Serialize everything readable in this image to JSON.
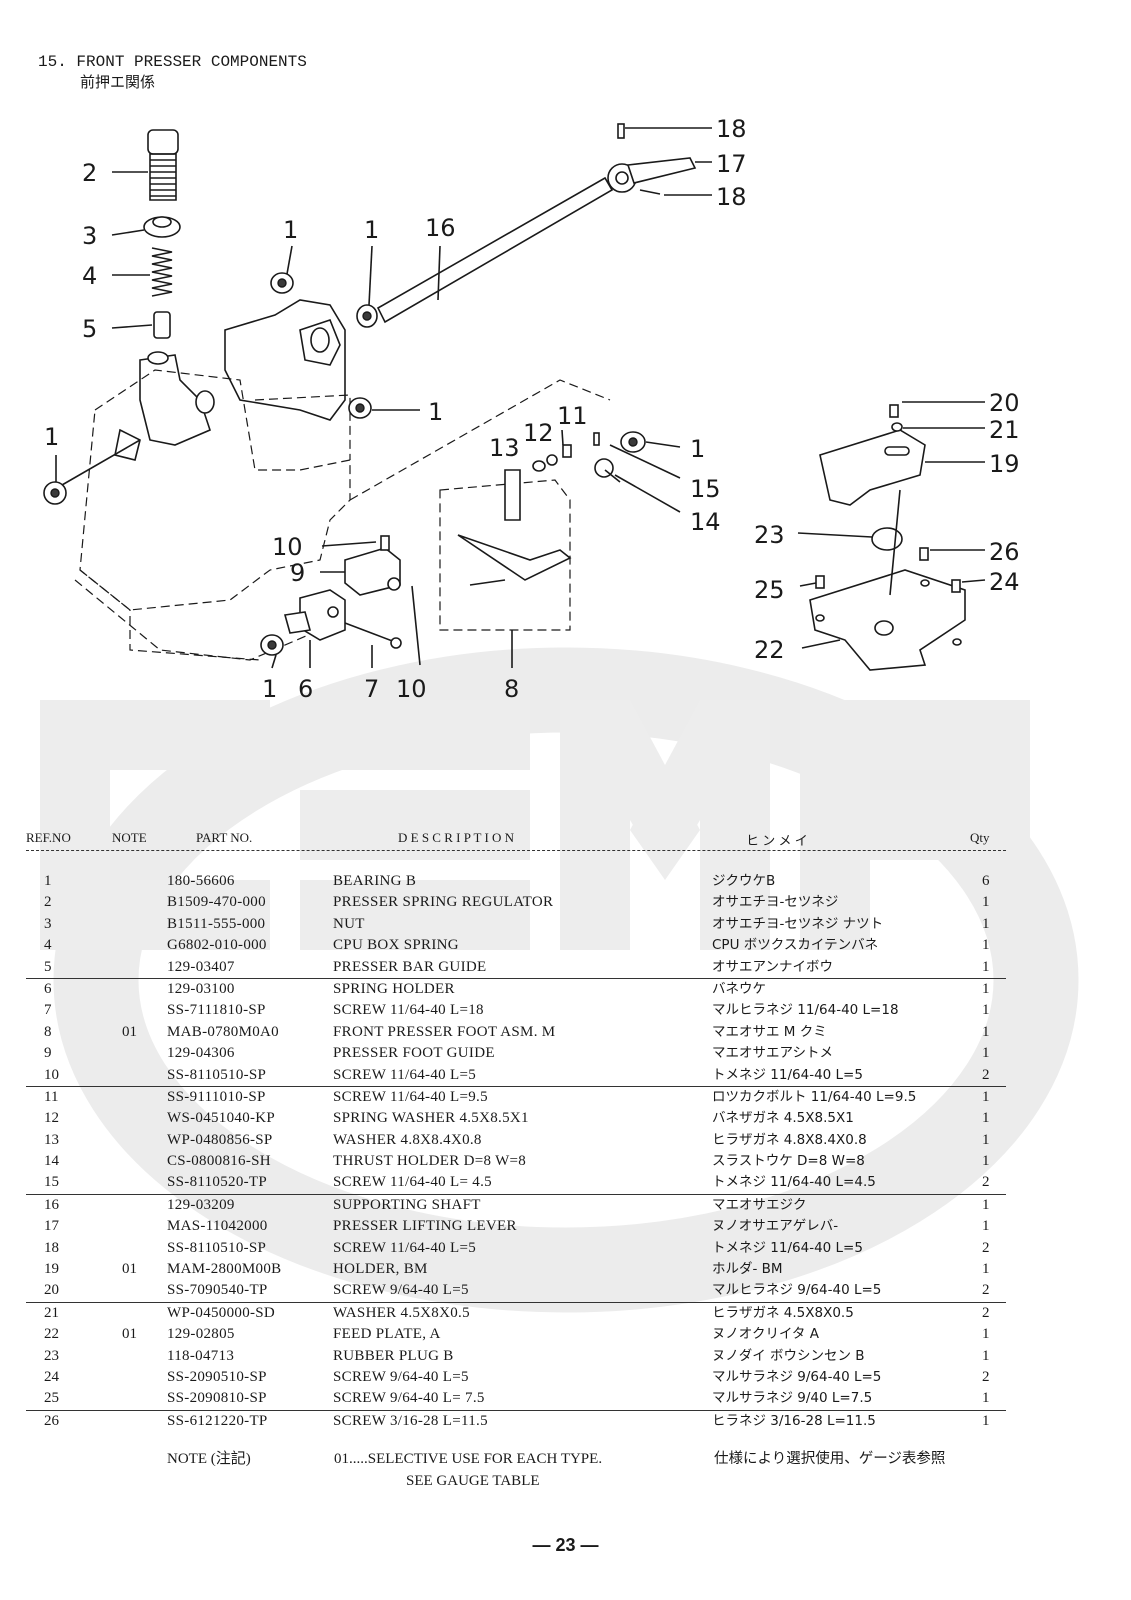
{
  "section": {
    "number": "15.",
    "title": "FRONT PRESSER COMPONENTS",
    "title_jp": "前押エ関係"
  },
  "callouts": {
    "c2": "2",
    "c3": "3",
    "c4": "4",
    "c5": "5",
    "c1a": "1",
    "c1b": "1",
    "c1c": "1",
    "c1d": "1",
    "c1e": "1",
    "c1f": "1",
    "c16": "16",
    "c17": "17",
    "c18a": "18",
    "c18b": "18",
    "c13": "13",
    "c12": "12",
    "c11": "11",
    "c15": "15",
    "c14": "14",
    "c10a": "10",
    "c10b": "10",
    "c9": "9",
    "c6": "6",
    "c7": "7",
    "c8": "8",
    "c20": "20",
    "c21": "21",
    "c19": "19",
    "c23": "23",
    "c26": "26",
    "c25": "25",
    "c24": "24",
    "c22": "22"
  },
  "table": {
    "headers": {
      "ref": "REF.NO",
      "note": "NOTE",
      "part": "PART NO.",
      "desc": "D E S C R I P T I O N",
      "kana": "ヒ ン メ イ",
      "qty": "Qty"
    },
    "rows": [
      {
        "ref": "1",
        "note": "",
        "part": "180-56606",
        "desc": "BEARING B",
        "kana": "ジクウケB",
        "qty": "6"
      },
      {
        "ref": "2",
        "note": "",
        "part": "B1509-470-000",
        "desc": "PRESSER SPRING REGULATOR",
        "kana": "オサエチヨ-セツネジ",
        "qty": "1"
      },
      {
        "ref": "3",
        "note": "",
        "part": "B1511-555-000",
        "desc": "NUT",
        "kana": "オサエチヨ-セツネジ ナツト",
        "qty": "1"
      },
      {
        "ref": "4",
        "note": "",
        "part": "G6802-010-000",
        "desc": "CPU BOX SPRING",
        "kana": "CPU ボツクスカイテンバネ",
        "qty": "1"
      },
      {
        "ref": "5",
        "note": "",
        "part": "129-03407",
        "desc": "PRESSER BAR GUIDE",
        "kana": "オサエアンナイボウ",
        "qty": "1"
      },
      {
        "ref": "6",
        "note": "",
        "part": "129-03100",
        "desc": "SPRING HOLDER",
        "kana": "バネウケ",
        "qty": "1"
      },
      {
        "ref": "7",
        "note": "",
        "part": "SS-7111810-SP",
        "desc": "SCREW 11/64-40 L=18",
        "kana": "マルヒラネジ 11/64-40 L=18",
        "qty": "1"
      },
      {
        "ref": "8",
        "note": "01",
        "part": "MAB-0780M0A0",
        "desc": "FRONT PRESSER FOOT ASM. M",
        "kana": "マエオサエ M クミ",
        "qty": "1"
      },
      {
        "ref": "9",
        "note": "",
        "part": "129-04306",
        "desc": "PRESSER FOOT GUIDE",
        "kana": "マエオサエアシトメ",
        "qty": "1"
      },
      {
        "ref": "10",
        "note": "",
        "part": "SS-8110510-SP",
        "desc": "SCREW 11/64-40 L=5",
        "kana": "トメネジ 11/64-40 L=5",
        "qty": "2"
      },
      {
        "ref": "11",
        "note": "",
        "part": "SS-9111010-SP",
        "desc": "SCREW 11/64-40 L=9.5",
        "kana": "ロツカクボルト 11/64-40 L=9.5",
        "qty": "1"
      },
      {
        "ref": "12",
        "note": "",
        "part": "WS-0451040-KP",
        "desc": "SPRING WASHER 4.5X8.5X1",
        "kana": "バネザガネ 4.5X8.5X1",
        "qty": "1"
      },
      {
        "ref": "13",
        "note": "",
        "part": "WP-0480856-SP",
        "desc": "WASHER 4.8X8.4X0.8",
        "kana": "ヒラザガネ 4.8X8.4X0.8",
        "qty": "1"
      },
      {
        "ref": "14",
        "note": "",
        "part": "CS-0800816-SH",
        "desc": "THRUST HOLDER D=8 W=8",
        "kana": "スラストウケ D=8 W=8",
        "qty": "1"
      },
      {
        "ref": "15",
        "note": "",
        "part": "SS-8110520-TP",
        "desc": "SCREW 11/64-40 L= 4.5",
        "kana": "トメネジ 11/64-40 L=4.5",
        "qty": "2"
      },
      {
        "ref": "16",
        "note": "",
        "part": "129-03209",
        "desc": "SUPPORTING SHAFT",
        "kana": "マエオサエジク",
        "qty": "1"
      },
      {
        "ref": "17",
        "note": "",
        "part": "MAS-11042000",
        "desc": "PRESSER LIFTING LEVER",
        "kana": "ヌノオサエアゲレバ-",
        "qty": "1"
      },
      {
        "ref": "18",
        "note": "",
        "part": "SS-8110510-SP",
        "desc": "SCREW  11/64-40 L=5",
        "kana": "トメネジ 11/64-40 L=5",
        "qty": "2"
      },
      {
        "ref": "19",
        "note": "01",
        "part": "MAM-2800M00B",
        "desc": "HOLDER, BM",
        "kana": "ホルダ- BM",
        "qty": "1"
      },
      {
        "ref": "20",
        "note": "",
        "part": "SS-7090540-TP",
        "desc": "SCREW  9/64-40 L=5",
        "kana": "マルヒラネジ 9/64-40 L=5",
        "qty": "2"
      },
      {
        "ref": "21",
        "note": "",
        "part": "WP-0450000-SD",
        "desc": "WASHER  4.5X8X0.5",
        "kana": "ヒラザガネ 4.5X8X0.5",
        "qty": "2"
      },
      {
        "ref": "22",
        "note": "01",
        "part": "129-02805",
        "desc": "FEED PLATE, A",
        "kana": "ヌノオクリイタ A",
        "qty": "1"
      },
      {
        "ref": "23",
        "note": "",
        "part": "118-04713",
        "desc": "RUBBER PLUG B",
        "kana": "ヌノダイ ボウシンセン B",
        "qty": "1"
      },
      {
        "ref": "24",
        "note": "",
        "part": "SS-2090510-SP",
        "desc": "SCREW 9/64-40 L=5",
        "kana": "マルサラネジ 9/64-40 L=5",
        "qty": "2"
      },
      {
        "ref": "25",
        "note": "",
        "part": "SS-2090810-SP",
        "desc": "SCREW 9/64-40 L= 7.5",
        "kana": "マルサラネジ 9/40 L=7.5",
        "qty": "1"
      },
      {
        "ref": "26",
        "note": "",
        "part": "SS-6121220-TP",
        "desc": "SCREW 3/16-28 L=11.5",
        "kana": "ヒラネジ 3/16-28 L=11.5",
        "qty": "1"
      }
    ]
  },
  "note": {
    "label": "NOTE (注記)",
    "text_line1": "01.....SELECTIVE USE FOR EACH TYPE.",
    "text_line2": "SEE GAUGE TABLE",
    "jp": "仕様により選択使用、ゲージ表参照"
  },
  "page_number": "— 23 —"
}
